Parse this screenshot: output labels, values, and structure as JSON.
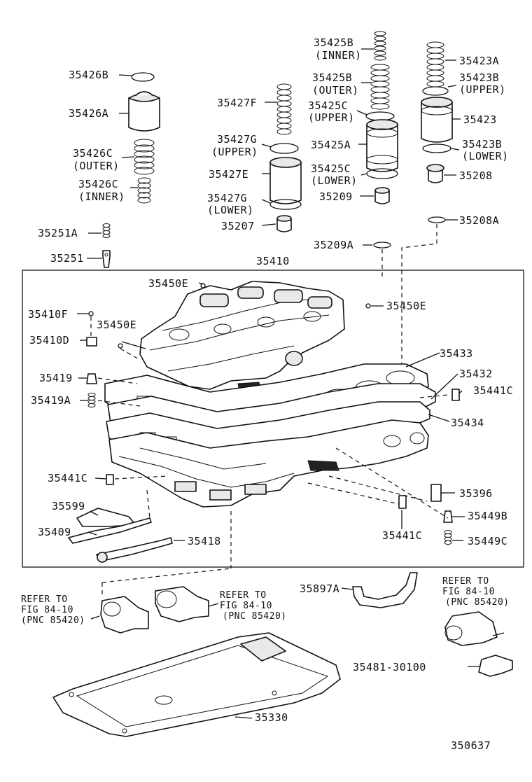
{
  "labels": {
    "p35426B": "35426B",
    "p35426A": "35426A",
    "p35426C_outer": "35426C",
    "p35426C_outer_q": "(OUTER)",
    "p35426C_inner": "35426C",
    "p35426C_inner_q": "(INNER)",
    "p35427F": "35427F",
    "p35427G_upper": "35427G",
    "p35427G_upper_q": "(UPPER)",
    "p35427E": "35427E",
    "p35427G_lower": "35427G",
    "p35427G_lower_q": "(LOWER)",
    "p35207": "35207",
    "p35425B_inner": "35425B",
    "p35425B_inner_q": "(INNER)",
    "p35425B_outer": "35425B",
    "p35425B_outer_q": "(OUTER)",
    "p35425C_upper": "35425C",
    "p35425C_upper_q": "(UPPER)",
    "p35425A": "35425A",
    "p35425C_lower": "35425C",
    "p35425C_lower_q": "(LOWER)",
    "p35209": "35209",
    "p35209A": "35209A",
    "p35423A": "35423A",
    "p35423B_upper": "35423B",
    "p35423B_upper_q": "(UPPER)",
    "p35423": "35423",
    "p35423B_lower": "35423B",
    "p35423B_lower_q": "(LOWER)",
    "p35208": "35208",
    "p35208A": "35208A",
    "p35251A": "35251A",
    "p35251": "35251",
    "p35410": "35410",
    "p35450E_a": "35450E",
    "p35450E_b": "35450E",
    "p35450E_c": "35450E",
    "p35410F": "35410F",
    "p35410D": "35410D",
    "p35419": "35419",
    "p35419A": "35419A",
    "p35433": "35433",
    "p35432": "35432",
    "p35441C_a": "35441C",
    "p35434": "35434",
    "p35441C_b": "35441C",
    "p35396": "35396",
    "p35599": "35599",
    "p35409": "35409",
    "p35418": "35418",
    "p35449B": "35449B",
    "p35449C": "35449C",
    "p35441C_c": "35441C",
    "p35897A": "35897A",
    "p35481": "35481-30100",
    "p35330": "35330",
    "diagram_no": "350637"
  },
  "refs": {
    "left": [
      "REFER TO",
      "FIG 84-10",
      "(PNC 85420)"
    ],
    "middle": [
      "REFER TO",
      "FIG 84-10",
      "(PNC 85420)"
    ],
    "right": [
      "REFER TO",
      "FIG 84-10",
      "(PNC 85420)"
    ]
  }
}
